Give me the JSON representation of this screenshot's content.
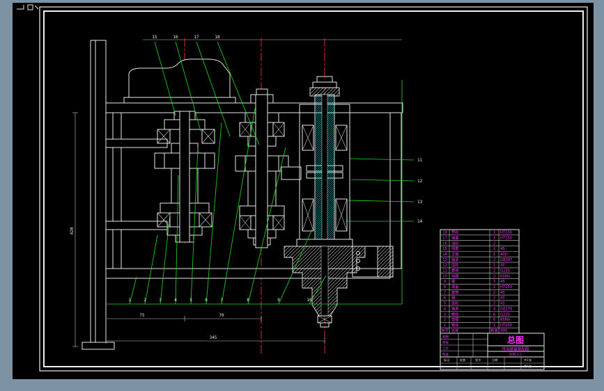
{
  "app": {
    "name": "cad-viewer",
    "background": "#7D92A3",
    "canvas": "#000000"
  },
  "colors": {
    "line": "#E8E8E8",
    "hatch_cyan": "#00D8D8",
    "leader_green": "#1FE01F",
    "centerline_red": "#FF3232",
    "annotation_magenta": "#FF2BFF"
  },
  "drawing": {
    "balloons_bottom": [
      "1",
      "2",
      "3",
      "4",
      "5",
      "6",
      "7",
      "8",
      "9",
      "10"
    ],
    "balloons_top": [
      "15",
      "16",
      "17",
      "18"
    ],
    "balloons_right": [
      "11",
      "12",
      "13",
      "14"
    ],
    "dims": {
      "d1": "75",
      "d2": "70",
      "d3": "345",
      "v1": "420"
    }
  },
  "bom": {
    "header": {
      "no": "序号",
      "name": "名称",
      "qty": "数量",
      "note": "材料"
    },
    "rows": [
      {
        "no": "18",
        "name": "带轮",
        "qty": "1",
        "note": "HT200"
      },
      {
        "no": "17",
        "name": "端盖",
        "qty": "1",
        "note": "HT150"
      },
      {
        "no": "16",
        "name": "油封",
        "qty": "2",
        "note": ""
      },
      {
        "no": "15",
        "name": "隔套",
        "qty": "2",
        "note": "45"
      },
      {
        "no": "14",
        "name": "主轴",
        "qty": "1",
        "note": "40Cr"
      },
      {
        "no": "13",
        "name": "轴承",
        "qty": "2",
        "note": "GB297"
      },
      {
        "no": "12",
        "name": "齿轮",
        "qty": "1",
        "note": "45"
      },
      {
        "no": "11",
        "name": "螺母",
        "qty": "2",
        "note": "Q235"
      },
      {
        "no": "10",
        "name": "挡圈",
        "qty": "2",
        "note": "65Mn"
      },
      {
        "no": "9",
        "name": "键",
        "qty": "3",
        "note": "45"
      },
      {
        "no": "8",
        "name": "端盖",
        "qty": "2",
        "note": "HT150"
      },
      {
        "no": "7",
        "name": "套筒",
        "qty": "2",
        "note": "45"
      },
      {
        "no": "6",
        "name": "轴",
        "qty": "2",
        "note": "45"
      },
      {
        "no": "5",
        "name": "齿轮",
        "qty": "2",
        "note": "45"
      },
      {
        "no": "4",
        "name": "轴承",
        "qty": "4",
        "note": "GB276"
      },
      {
        "no": "3",
        "name": "螺栓",
        "qty": "6",
        "note": "Q235"
      },
      {
        "no": "2",
        "name": "垫圈",
        "qty": "6",
        "note": "65Mn"
      },
      {
        "no": "1",
        "name": "箱体",
        "qty": "1",
        "note": "HT200"
      }
    ]
  },
  "title_block": {
    "title": "总图",
    "sub1": "传动装置装配图",
    "sub2": "比例 1:2",
    "row1": "制图",
    "row2": "审核",
    "row3": "工艺",
    "row4": "批准",
    "s1": "标记",
    "s2": "处数",
    "s3": "签字",
    "s4": "日期",
    "sheet1": "共1张",
    "sheet2": "第1张"
  }
}
